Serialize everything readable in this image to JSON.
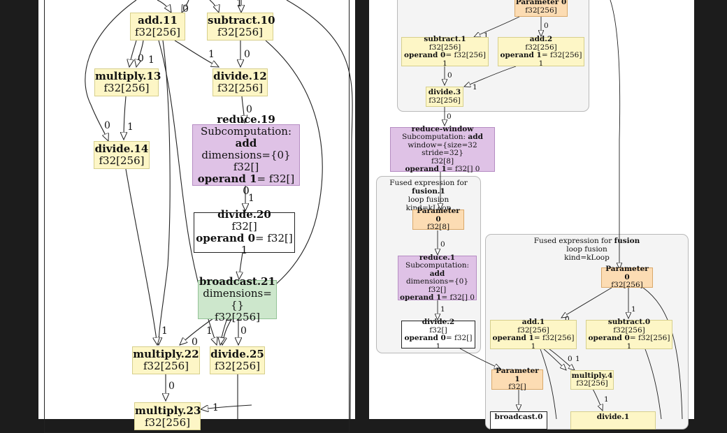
{
  "left_graph": {
    "top_labels": [
      "0",
      "1"
    ],
    "nodes": {
      "add11": {
        "name": "add.11",
        "shape": "f32[256]"
      },
      "subtract10": {
        "name": "subtract.10",
        "shape": "f32[256]"
      },
      "multiply13": {
        "name": "multiply.13",
        "shape": "f32[256]"
      },
      "divide12": {
        "name": "divide.12",
        "shape": "f32[256]"
      },
      "divide14": {
        "name": "divide.14",
        "shape": "f32[256]"
      },
      "reduce19": {
        "name": "reduce.19",
        "line1_prefix": "Subcomputation: ",
        "line1_bold": "add",
        "line2": "dimensions={0}",
        "shape": "f32[]",
        "operand_prefix": "operand 1",
        "operand_suffix": "= f32[] 0"
      },
      "divide20": {
        "name": "divide.20",
        "shape": "f32[]",
        "operand_prefix": "operand 0",
        "operand_suffix": "= f32[] 1"
      },
      "broadcast21": {
        "name": "broadcast.21",
        "line2": "dimensions={}",
        "shape": "f32[256]"
      },
      "multiply22": {
        "name": "multiply.22",
        "shape": "f32[256]"
      },
      "divide25": {
        "name": "divide.25",
        "shape": "f32[256]"
      },
      "multiply23": {
        "name": "multiply.23",
        "shape": "f32[256]"
      }
    },
    "edge_labels": {
      "e_add_mul_0": "0",
      "e_add_mul_1": "1",
      "e_add_div12": "1",
      "e_sub_div12": "0",
      "e_div14_0": "0",
      "e_div14_1": "1",
      "e_div12_red": "0",
      "e_red_div20": "1",
      "e_mul22_1": "1",
      "e_bc_mul22": "0",
      "e_bc_div25_1": "1",
      "e_bc_div25_0": "0",
      "e_mul22_mul23": "0",
      "e_mul23_1": "1"
    }
  },
  "right_graph": {
    "clusters": {
      "fusion1": {
        "title_prefix": "Fused expression for ",
        "title_bold": "fusion.1",
        "line2": "loop fusion",
        "line3": "kind=kLoop"
      },
      "fusion": {
        "title_prefix": "Fused expression for ",
        "title_bold": "fusion",
        "line2": "loop fusion",
        "line3": "kind=kLoop"
      }
    },
    "nodes": {
      "param0_top": {
        "name": "Parameter 0",
        "shape": "f32[256]"
      },
      "subtract1": {
        "name": "subtract.1",
        "shape": "f32[256]",
        "operand_prefix": "operand 0",
        "operand_suffix": "= f32[256] 1"
      },
      "add2": {
        "name": "add.2",
        "shape": "f32[256]",
        "operand_prefix": "operand 1",
        "operand_suffix": "= f32[256] 1"
      },
      "divide3": {
        "name": "divide.3",
        "shape": "f32[256]"
      },
      "reduce_window": {
        "name": "reduce-window",
        "line1_prefix": "Subcomputation: ",
        "line1_bold": "add",
        "line2": "window={size=32 stride=32}",
        "shape": "f32[8]",
        "operand_prefix": "operand 1",
        "operand_suffix": "= f32[] 0"
      },
      "param0_f1": {
        "name": "Parameter 0",
        "shape": "f32[8]"
      },
      "reduce1": {
        "name": "reduce.1",
        "line1_prefix": "Subcomputation: ",
        "line1_bold": "add",
        "line2": "dimensions={0}",
        "shape": "f32[]",
        "operand_prefix": "operand 1",
        "operand_suffix": "= f32[] 0"
      },
      "divide2": {
        "name": "divide.2",
        "shape": "f32[]",
        "operand_prefix": "operand 0",
        "operand_suffix": "= f32[] 1"
      },
      "param1": {
        "name": "Parameter 1",
        "shape": "f32[]"
      },
      "broadcast0": {
        "name": "broadcast.0"
      },
      "param0_fu": {
        "name": "Parameter 0",
        "shape": "f32[256]"
      },
      "add1": {
        "name": "add.1",
        "shape": "f32[256]",
        "operand_prefix": "operand 1",
        "operand_suffix": "= f32[256] 1"
      },
      "subtract0": {
        "name": "subtract.0",
        "shape": "f32[256]",
        "operand_prefix": "operand 0",
        "operand_suffix": "= f32[256] 1"
      },
      "multiply4": {
        "name": "multiply.4",
        "shape": "f32[256]"
      },
      "divide1": {
        "name": "divide.1"
      }
    },
    "edge_labels": {
      "r_p_sub": "1",
      "r_p_add": "0",
      "r_sub_div3": "0",
      "r_add_div3": "1",
      "r_div3_rw": "0",
      "r_p_red": "0",
      "r_red_div2": "1",
      "r_p_add1": "0",
      "r_p_sub0": "1",
      "r_add1_mul_0": "0",
      "r_add1_mul_1": "1",
      "r_mul_div1": "1"
    }
  }
}
